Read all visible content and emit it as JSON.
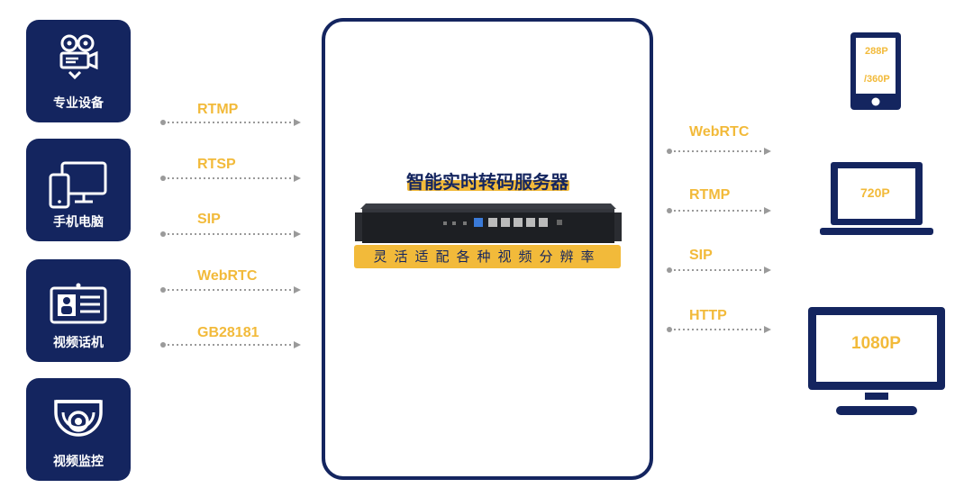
{
  "sources": [
    {
      "label": "专业设备",
      "icon": "camera-icon"
    },
    {
      "label": "手机电脑",
      "icon": "phone-computer-icon"
    },
    {
      "label": "视频话机",
      "icon": "video-phone-icon"
    },
    {
      "label": "视频监控",
      "icon": "dome-camera-icon"
    }
  ],
  "input_protocols": [
    "RTMP",
    "RTSP",
    "SIP",
    "WebRTC",
    "GB28181"
  ],
  "server": {
    "title": "智能实时转码服务器",
    "banner": "灵活适配各种视频分辨率"
  },
  "output_protocols": [
    "WebRTC",
    "RTMP",
    "SIP",
    "HTTP"
  ],
  "outputs": {
    "phone": {
      "res1": "288P",
      "res2": "/360P"
    },
    "laptop": {
      "res": "720P"
    },
    "monitor": {
      "res": "1080P"
    }
  },
  "colors": {
    "navy": "#14255f",
    "accent": "#f2ba3a",
    "arrow": "#9a9a9a"
  }
}
